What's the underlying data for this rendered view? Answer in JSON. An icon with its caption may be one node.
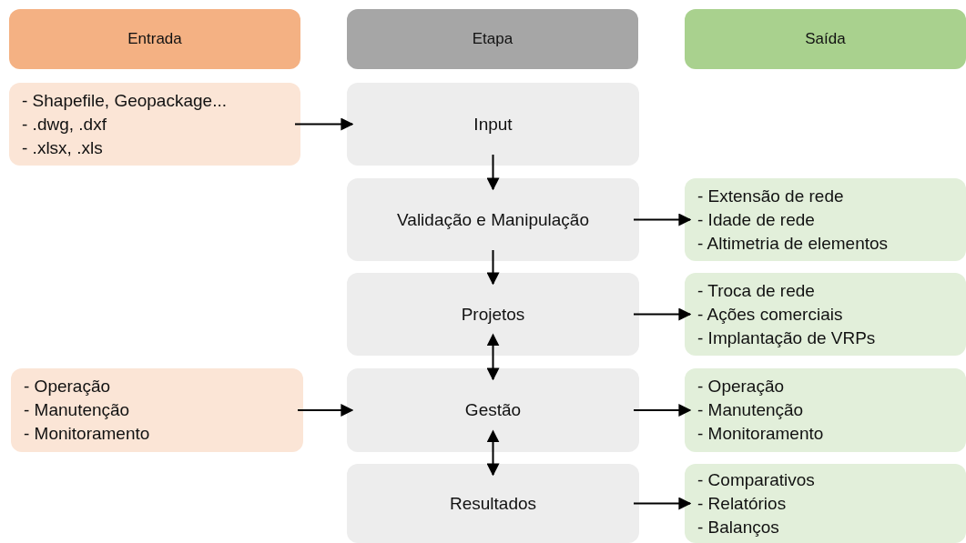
{
  "diagram": {
    "nodes": [
      {
        "text": [
          "Entrada"
        ]
      },
      {
        "text": [
          "Etapa"
        ]
      },
      {
        "text": [
          "Saída"
        ]
      },
      {
        "text": [
          "- Shapefile, Geopackage...",
          "- .dwg, .dxf",
          "- .xlsx, .xls"
        ]
      },
      {
        "text": [
          "Input"
        ]
      },
      {
        "text": [
          "Validação e Manipulação"
        ]
      },
      {
        "text": [
          "- Extensão de rede",
          "- Idade de rede",
          "- Altimetria de elementos"
        ]
      },
      {
        "text": [
          "Projetos"
        ]
      },
      {
        "text": [
          "- Troca de rede",
          "- Ações comerciais",
          "- Implantação de VRPs"
        ]
      },
      {
        "text": [
          "- Operação",
          "- Manutenção",
          "- Monitoramento"
        ]
      },
      {
        "text": [
          "Gestão"
        ]
      },
      {
        "text": [
          "- Operação",
          "- Manutenção",
          "- Monitoramento"
        ]
      },
      {
        "text": [
          "Resultados"
        ]
      },
      {
        "text": [
          "- Comparativos",
          "- Relatórios",
          "- Balanços"
        ]
      }
    ],
    "edges": [
      {
        "from": 3,
        "to": 4,
        "arrow": "to"
      },
      {
        "from": 4,
        "to": 5,
        "arrow": "to"
      },
      {
        "from": 5,
        "to": 6,
        "arrow": "to"
      },
      {
        "from": 5,
        "to": 7,
        "arrow": "to"
      },
      {
        "from": 7,
        "to": 8,
        "arrow": "to"
      },
      {
        "from": 7,
        "to": 10,
        "arrow": "both"
      },
      {
        "from": 9,
        "to": 10,
        "arrow": "to"
      },
      {
        "from": 10,
        "to": 11,
        "arrow": "to"
      },
      {
        "from": 10,
        "to": 12,
        "arrow": "both"
      },
      {
        "from": 12,
        "to": 13,
        "arrow": "to"
      }
    ]
  }
}
